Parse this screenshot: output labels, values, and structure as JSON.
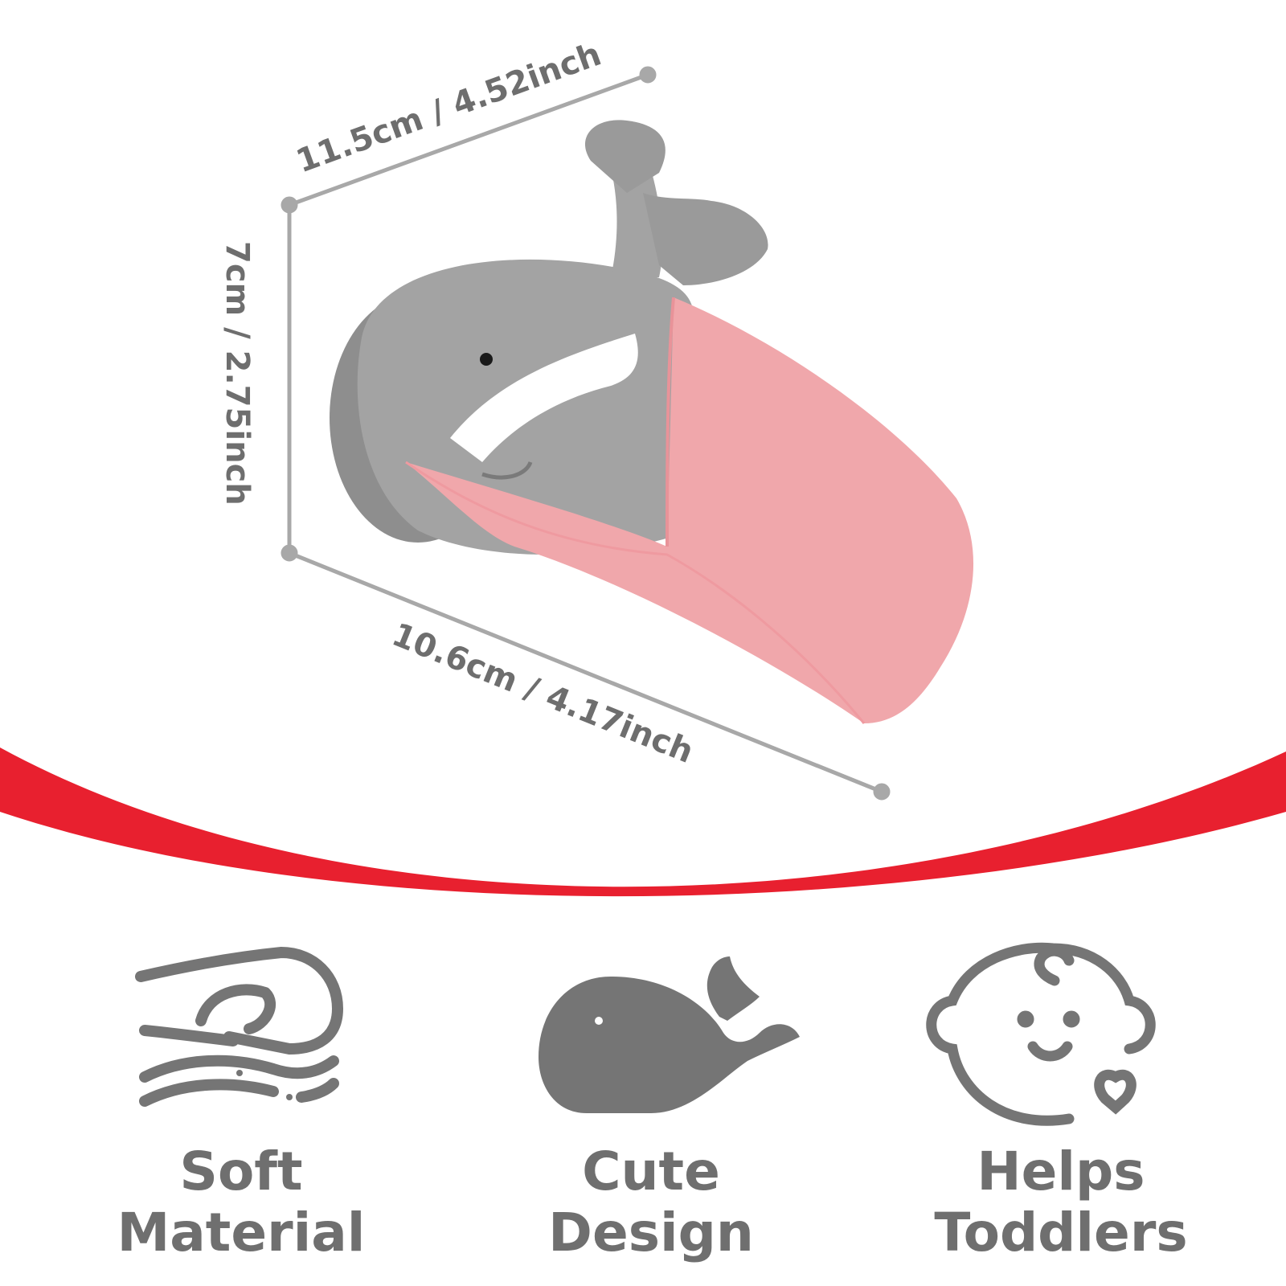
{
  "dimensions": {
    "top": "11.5cm / 4.52inch",
    "side": "7cm / 2.75inch",
    "bottom": "10.6cm / 4.17inch"
  },
  "features": [
    {
      "line1": "Soft",
      "line2": "Material",
      "icon": "hand-water-icon"
    },
    {
      "line1": "Cute",
      "line2": "Design",
      "icon": "whale-icon"
    },
    {
      "line1": "Helps",
      "line2": "Toddlers",
      "icon": "baby-face-icon"
    }
  ],
  "colors": {
    "accent_red": "#e8202f",
    "icon_gray": "#757575",
    "whale_gray": "#a3a3a3",
    "spout_pink": "#f0a7ab"
  }
}
